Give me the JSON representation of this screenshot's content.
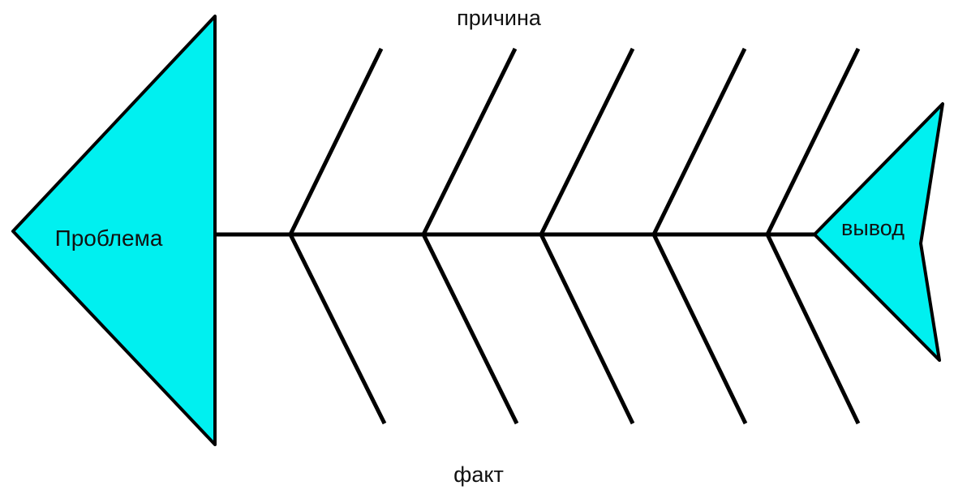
{
  "diagram": {
    "head_label": "Проблема",
    "tail_label": "вывод",
    "top_label": "причина",
    "bottom_label": "факт",
    "bone_count": 5,
    "colors": {
      "fill": "#00f0f0",
      "stroke": "#000000",
      "text": "#111111",
      "background": "#ffffff"
    }
  }
}
